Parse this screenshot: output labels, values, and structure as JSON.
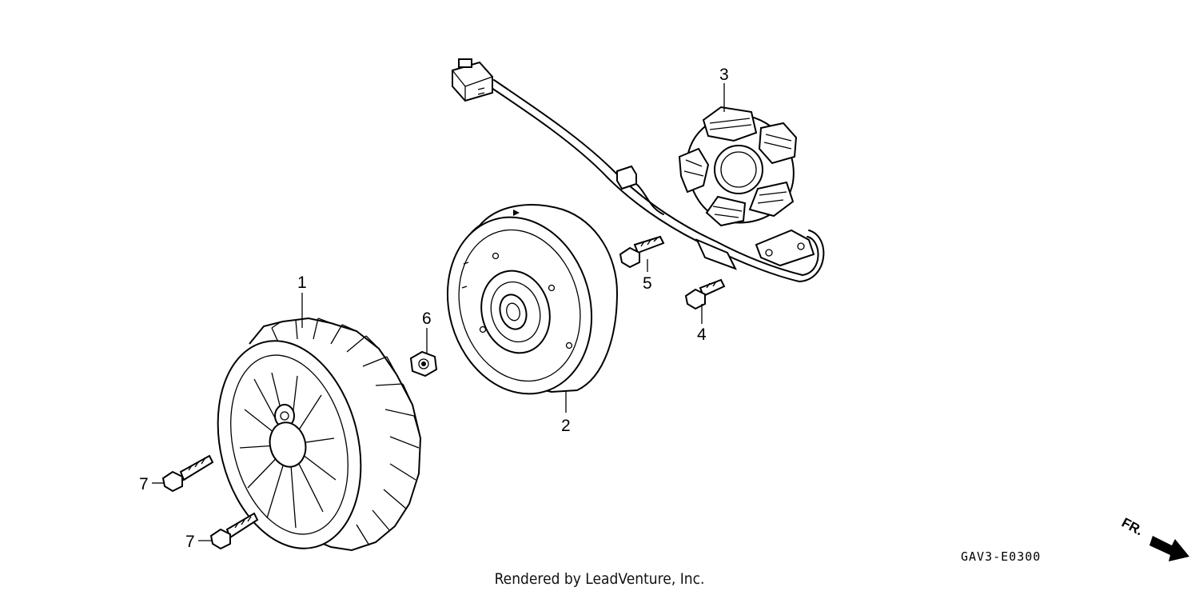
{
  "diagram": {
    "parts": [
      {
        "callout": "1",
        "depicts": "cooling-fan"
      },
      {
        "callout": "2",
        "depicts": "flywheel"
      },
      {
        "callout": "3",
        "depicts": "stator-coil-with-harness"
      },
      {
        "callout": "4",
        "depicts": "flange-bolt"
      },
      {
        "callout": "5",
        "depicts": "flange-bolt"
      },
      {
        "callout": "6",
        "depicts": "flange-nut"
      },
      {
        "callout": "7",
        "depicts": "flange-bolt"
      },
      {
        "callout": "7",
        "depicts": "flange-bolt"
      }
    ],
    "direction_label": "FR.",
    "diagram_code": "GAV3-E0300"
  },
  "footer": {
    "credit": "Rendered by LeadVenture, Inc."
  }
}
